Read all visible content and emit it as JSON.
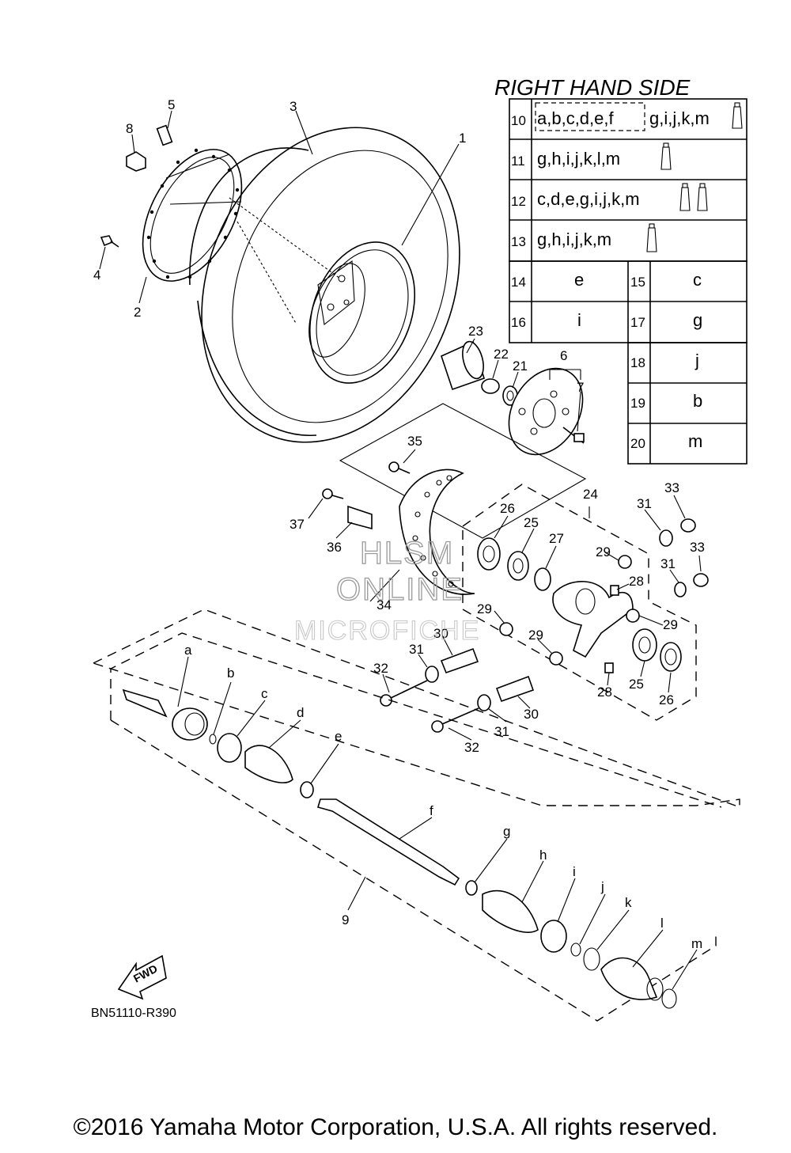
{
  "diagram_code": "BN51110-R390",
  "copyright": "©2016 Yamaha Motor Corporation, U.S.A. All rights reserved.",
  "fwd_label": "FWD",
  "watermark": {
    "line1": "HLSM",
    "line2": "ONLINE",
    "line3": "MICROFICHE"
  },
  "table": {
    "title": "RIGHT HAND SIDE",
    "kit_rows": [
      {
        "num": "10",
        "letters": "a,b,c,d,e,f",
        "letters2": "g,i,j,k,m",
        "tubes": 1
      },
      {
        "num": "11",
        "letters": "g,h,i,j,k,l,m",
        "letters2": "",
        "tubes": 1
      },
      {
        "num": "12",
        "letters": "c,d,e,g,i,j,k,m",
        "letters2": "",
        "tubes": 2
      },
      {
        "num": "13",
        "letters": "g,h,i,j,k,m",
        "letters2": "",
        "tubes": 1
      }
    ],
    "single_rows": [
      {
        "left_num": "14",
        "left_letter": "e",
        "right_num": "15",
        "right_letter": "c"
      },
      {
        "left_num": "16",
        "left_letter": "i",
        "right_num": "17",
        "right_letter": "g"
      }
    ],
    "right_only_rows": [
      {
        "num": "18",
        "letter": "j"
      },
      {
        "num": "19",
        "letter": "b"
      },
      {
        "num": "20",
        "letter": "m"
      }
    ]
  },
  "callouts": {
    "c1": "1",
    "c2": "2",
    "c3": "3",
    "c4": "4",
    "c5": "5",
    "c6": "6",
    "c7": "7",
    "c8": "8",
    "c9": "9",
    "c21": "21",
    "c22": "22",
    "c23": "23",
    "c24": "24",
    "c25a": "25",
    "c25b": "25",
    "c26a": "26",
    "c26b": "26",
    "c27": "27",
    "c28a": "28",
    "c28b": "28",
    "c29a": "29",
    "c29b": "29",
    "c29c": "29",
    "c29d": "29",
    "c30a": "30",
    "c30b": "30",
    "c31a": "31",
    "c31b": "31",
    "c31c": "31",
    "c31d": "31",
    "c32a": "32",
    "c32b": "32",
    "c33a": "33",
    "c33b": "33",
    "c34": "34",
    "c35": "35",
    "c36": "36",
    "c37": "37",
    "la": "a",
    "lb": "b",
    "lc": "c",
    "ld": "d",
    "le": "e",
    "lf": "f",
    "lg": "g",
    "lh": "h",
    "li": "i",
    "lj": "j",
    "lk": "k",
    "ll": "l",
    "lm": "m"
  }
}
